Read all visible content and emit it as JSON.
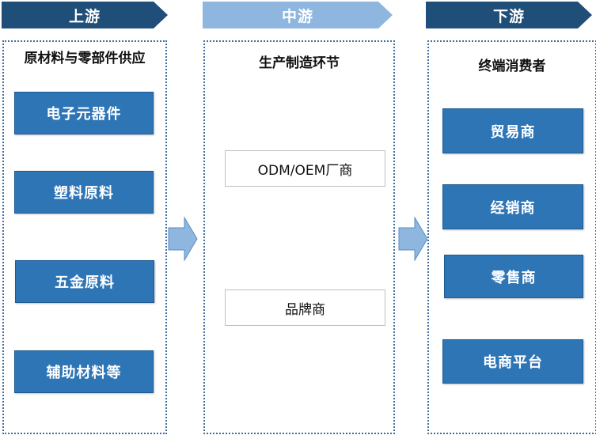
{
  "stages": {
    "upstream": {
      "header": "上游",
      "title": "原材料与零部件供应",
      "items": [
        "电子元器件",
        "塑料原料",
        "五金原料",
        "辅助材料等"
      ]
    },
    "midstream": {
      "header": "中游",
      "title": "生产制造环节",
      "items": [
        "ODM/OEM厂商",
        "品牌商"
      ]
    },
    "downstream": {
      "header": "下游",
      "title": "终端消费者",
      "items": [
        "贸易商",
        "经销商",
        "零售商",
        "电商平台"
      ]
    }
  },
  "colors": {
    "header_dark": "#1f4e79",
    "header_light": "#8eb6de",
    "item_box": "#2e75b6",
    "flow_arrow": "#8eb6de"
  }
}
